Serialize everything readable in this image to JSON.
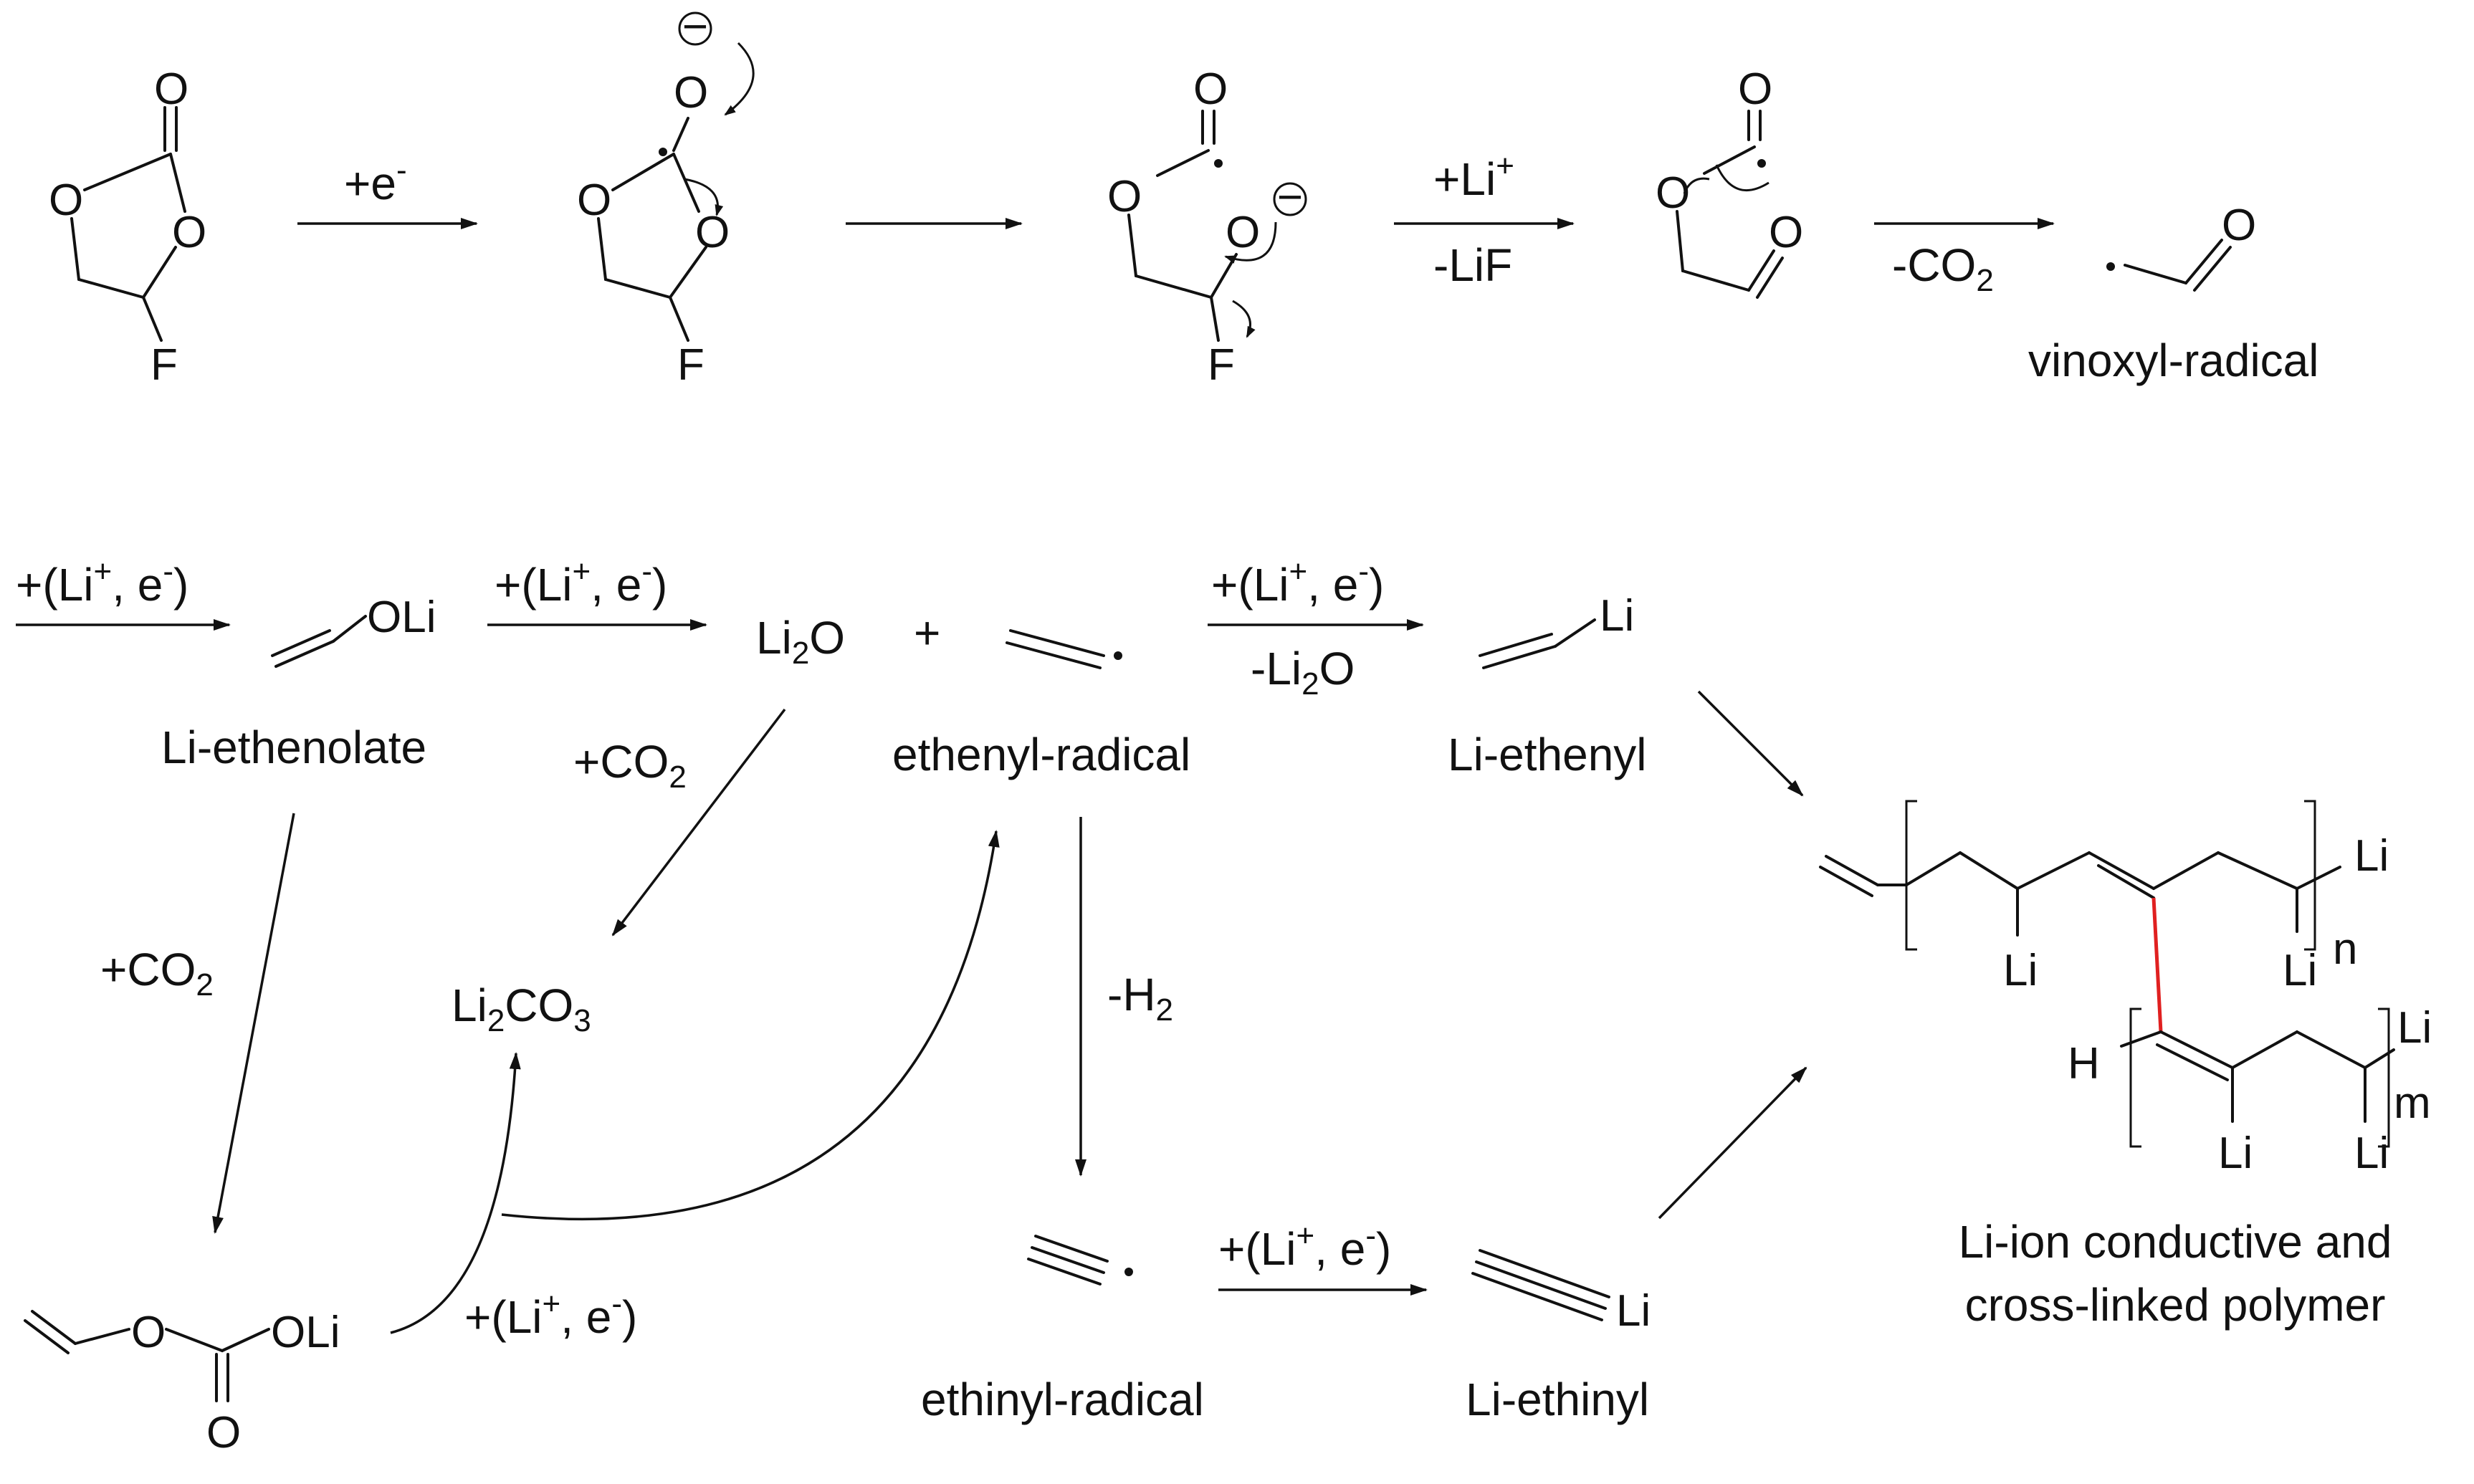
{
  "atoms": {
    "O": "O",
    "F": "F",
    "H": "H",
    "Li": "Li",
    "OLi": "OLi",
    "minus": "−",
    "n": "n",
    "m": "m"
  },
  "labels": {
    "vinoxyl": "vinoxyl-radical",
    "li_ethenolate": "Li-ethenolate",
    "ethenyl_radical": "ethenyl-radical",
    "li_ethenyl": "Li-ethenyl",
    "ethinyl_radical": "ethinyl-radical",
    "li_ethinyl": "Li-ethinyl",
    "polymer_line1": "Li-ion conductive and",
    "polymer_line2": "cross-linked polymer"
  },
  "conditions": {
    "add_e": {
      "main": "+e",
      "sup": "-"
    },
    "add_li": {
      "main": "+Li",
      "sup": "+"
    },
    "minus_lif": "-LiF",
    "minus_co2": {
      "main": "-CO",
      "sub": "2"
    },
    "li_e": {
      "pre": "+(Li",
      "sup1": "+",
      "mid": ", e",
      "sup2": "-",
      "post": ")"
    },
    "li2o": {
      "main": "Li",
      "sub": "2",
      "tail": "O"
    },
    "minus_li2o": {
      "pre": "-Li",
      "sub": "2",
      "tail": "O"
    },
    "plus": "+",
    "plus_co2": {
      "main": "+CO",
      "sub": "2"
    },
    "li2co3": {
      "a": "Li",
      "s1": "2",
      "b": "CO",
      "s2": "3"
    },
    "minus_h2": {
      "main": "-H",
      "sub": "2"
    }
  }
}
